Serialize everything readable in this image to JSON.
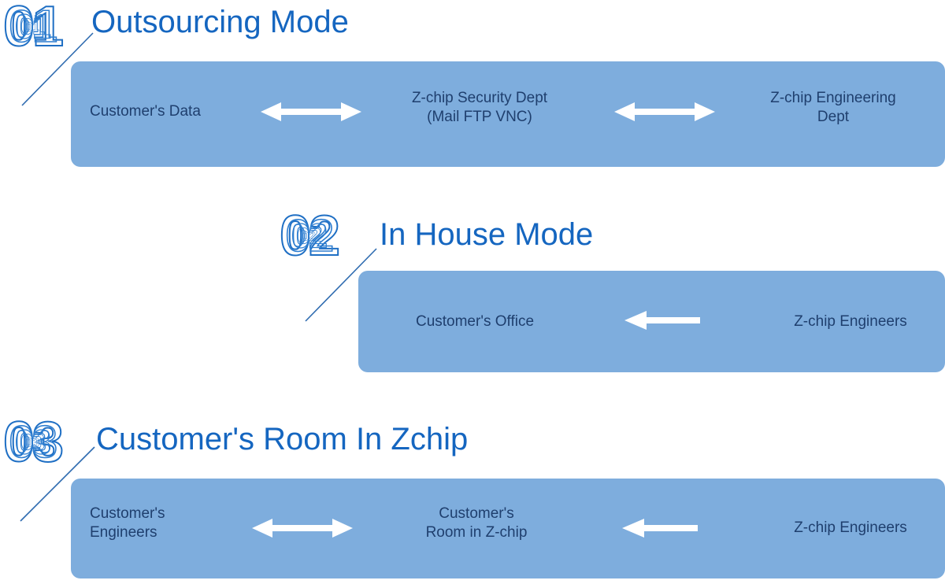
{
  "page": {
    "background": "#ffffff",
    "bar_color": "#7eaddd",
    "heading_color": "#1566c0",
    "numeral_color": "#1f6fc4",
    "bar_text_color": "#1f3f6e",
    "arrow_color": "#ffffff",
    "connector_color": "#2e6bb0"
  },
  "sections": [
    {
      "number": "01",
      "heading": "Outsourcing Mode",
      "nodes": [
        {
          "text": "Customer's Data",
          "align": "left"
        },
        {
          "text": "Z-chip Security Dept\n(Mail FTP VNC)",
          "align": "center"
        },
        {
          "text": "Z-chip Engineering\nDept",
          "align": "center"
        }
      ],
      "arrows": [
        {
          "direction": "both"
        },
        {
          "direction": "both"
        }
      ]
    },
    {
      "number": "02",
      "heading": "In House Mode",
      "nodes": [
        {
          "text": "Customer's Office",
          "align": "center"
        },
        {
          "text": "Z-chip Engineers",
          "align": "center"
        }
      ],
      "arrows": [
        {
          "direction": "left"
        }
      ]
    },
    {
      "number": "03",
      "heading": "Customer's Room In Zchip",
      "nodes": [
        {
          "text": "Customer's\nEngineers",
          "align": "left"
        },
        {
          "text": "Customer's\nRoom in Z-chip",
          "align": "center"
        },
        {
          "text": "Z-chip Engineers",
          "align": "center"
        }
      ],
      "arrows": [
        {
          "direction": "both"
        },
        {
          "direction": "left"
        }
      ]
    }
  ],
  "icons": {
    "arrow_both": "double-headed-arrow-icon",
    "arrow_left": "left-arrow-icon"
  }
}
